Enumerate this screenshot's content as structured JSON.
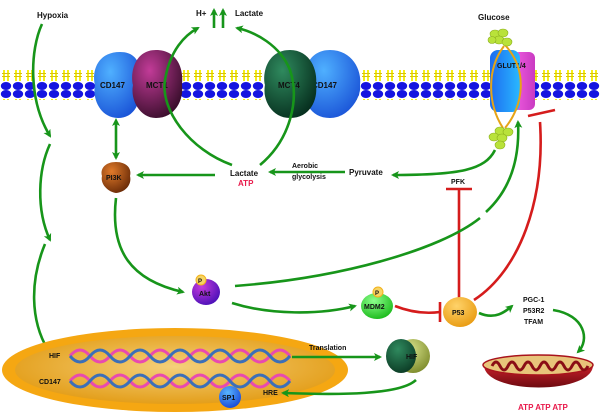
{
  "diagram": {
    "title_implied": "CD147 / HIF / P53 regulation of glycolysis",
    "colors": {
      "activation": "#17951a",
      "inhibition": "#d51c1c",
      "atp_text": "#e8194a",
      "membrane_head": "#1a1ae6",
      "membrane_tail": "#f4f016",
      "nucleus_outer": "#f5a712",
      "nucleus_inner": "#e9a516"
    },
    "labels": {
      "hypoxia": "Hypoxia",
      "h_plus": "H+",
      "lactate_out": "Lactate",
      "glucose": "Glucose",
      "cd147_left": "CD147",
      "mct1": "MCT1",
      "mct4": "MCT4",
      "cd147_right": "CD147",
      "glut": "GLUT1/4",
      "pi3k": "PI3K",
      "lactate_in": "Lactate",
      "atp_lactate": "ATP",
      "aerobic_line1": "Aerobic",
      "aerobic_line2": "glycolysis",
      "pyruvate": "Pyruvate",
      "pfk": "PFK",
      "akt": "Akt",
      "phospho": "P",
      "mdm2": "MDM2",
      "p53": "P53",
      "targets": [
        "PGC-1",
        "P53R2",
        "TFAM"
      ],
      "hif_gene": "HIF",
      "cd147_gene": "CD147",
      "sp1": "SP1",
      "hre": "HRE",
      "translation": "Translation",
      "hif_protein": "HIF",
      "atp_mito": "ATP ATP ATP"
    },
    "edges": [
      {
        "from": "Hypoxia",
        "to": "HIF gene",
        "type": "activation"
      },
      {
        "from": "CD147",
        "to": "PI3K",
        "type": "bidirectional"
      },
      {
        "from": "Lactate",
        "to": "PI3K",
        "type": "activation"
      },
      {
        "from": "Pyruvate",
        "to": "Lactate",
        "type": "activation",
        "label": "Aerobic glycolysis"
      },
      {
        "from": "Glucose",
        "to": "Pyruvate",
        "type": "activation",
        "via": "PFK"
      },
      {
        "from": "Lactate",
        "to": "MCT1 / H+ Lactate",
        "type": "activation"
      },
      {
        "from": "Lactate",
        "to": "MCT4 / H+ Lactate",
        "type": "activation"
      },
      {
        "from": "PI3K",
        "to": "Akt",
        "type": "activation"
      },
      {
        "from": "Akt",
        "to": "GLUT1/4",
        "type": "activation"
      },
      {
        "from": "Akt",
        "to": "MDM2",
        "type": "activation"
      },
      {
        "from": "MDM2",
        "to": "P53",
        "type": "inhibition"
      },
      {
        "from": "P53",
        "to": "PFK",
        "type": "inhibition"
      },
      {
        "from": "P53",
        "to": "GLUT1/4",
        "type": "inhibition"
      },
      {
        "from": "P53",
        "to": "PGC-1/P53R2/TFAM",
        "type": "activation"
      },
      {
        "from": "PGC-1/P53R2/TFAM",
        "to": "Mitochondrion",
        "type": "activation"
      },
      {
        "from": "HIF gene",
        "to": "HIF protein",
        "type": "activation",
        "label": "Translation"
      },
      {
        "from": "HIF protein",
        "to": "HRE",
        "type": "activation"
      }
    ]
  }
}
